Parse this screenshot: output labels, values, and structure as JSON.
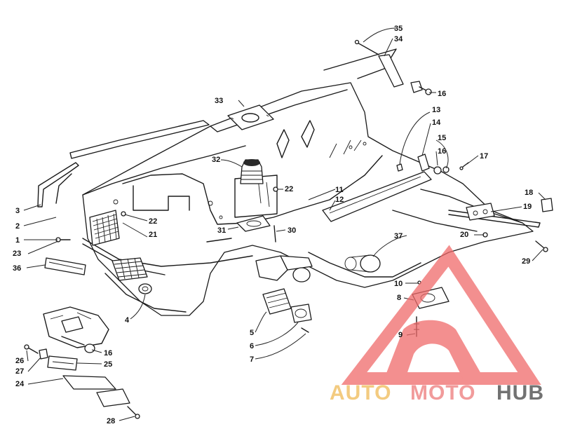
{
  "diagram": {
    "callouts": [
      {
        "id": "c1",
        "label": "1"
      },
      {
        "id": "c2",
        "label": "2"
      },
      {
        "id": "c3",
        "label": "3"
      },
      {
        "id": "c4",
        "label": "4"
      },
      {
        "id": "c5",
        "label": "5"
      },
      {
        "id": "c6",
        "label": "6"
      },
      {
        "id": "c7",
        "label": "7"
      },
      {
        "id": "c8",
        "label": "8"
      },
      {
        "id": "c9",
        "label": "9"
      },
      {
        "id": "c10",
        "label": "10"
      },
      {
        "id": "c11",
        "label": "11"
      },
      {
        "id": "c12",
        "label": "12"
      },
      {
        "id": "c13",
        "label": "13"
      },
      {
        "id": "c14",
        "label": "14"
      },
      {
        "id": "c15",
        "label": "15"
      },
      {
        "id": "c16a",
        "label": "16"
      },
      {
        "id": "c16b",
        "label": "16"
      },
      {
        "id": "c16c",
        "label": "16"
      },
      {
        "id": "c17",
        "label": "17"
      },
      {
        "id": "c18",
        "label": "18"
      },
      {
        "id": "c19",
        "label": "19"
      },
      {
        "id": "c20",
        "label": "20"
      },
      {
        "id": "c21",
        "label": "21"
      },
      {
        "id": "c22a",
        "label": "22"
      },
      {
        "id": "c22b",
        "label": "22"
      },
      {
        "id": "c23",
        "label": "23"
      },
      {
        "id": "c24",
        "label": "24"
      },
      {
        "id": "c25",
        "label": "25"
      },
      {
        "id": "c26",
        "label": "26"
      },
      {
        "id": "c27",
        "label": "27"
      },
      {
        "id": "c28",
        "label": "28"
      },
      {
        "id": "c29",
        "label": "29"
      },
      {
        "id": "c30",
        "label": "30"
      },
      {
        "id": "c31",
        "label": "31"
      },
      {
        "id": "c32",
        "label": "32"
      },
      {
        "id": "c33",
        "label": "33"
      },
      {
        "id": "c34",
        "label": "34"
      },
      {
        "id": "c35",
        "label": "35"
      },
      {
        "id": "c36",
        "label": "36"
      },
      {
        "id": "c37",
        "label": "37"
      }
    ]
  },
  "watermark": {
    "word_part1": "AUTO",
    "word_part2": "MOTO",
    "word_part3": "HUB",
    "colors": {
      "part1": "#f2c26b",
      "part2": "#ef8a8a",
      "part3": "#5a5a5a",
      "triangle": "#f06a6a"
    }
  }
}
